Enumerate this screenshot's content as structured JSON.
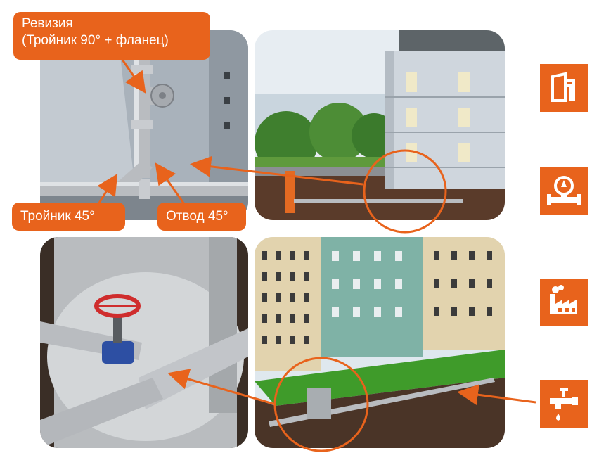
{
  "labels": {
    "revision_line1": "Ревизия",
    "revision_line2": "(Тройник 90° + фланец)",
    "tee45": "Тройник 45°",
    "bend45": "Отвод 45°"
  },
  "icons": [
    {
      "name": "building-drain-icon"
    },
    {
      "name": "pump-valve-icon"
    },
    {
      "name": "factory-icon"
    },
    {
      "name": "water-tap-icon"
    }
  ],
  "colors": {
    "accent": "#e8631c",
    "pipe": "#b9bcc0",
    "grass": "#3f9b2a",
    "soil": "#4a3427"
  }
}
